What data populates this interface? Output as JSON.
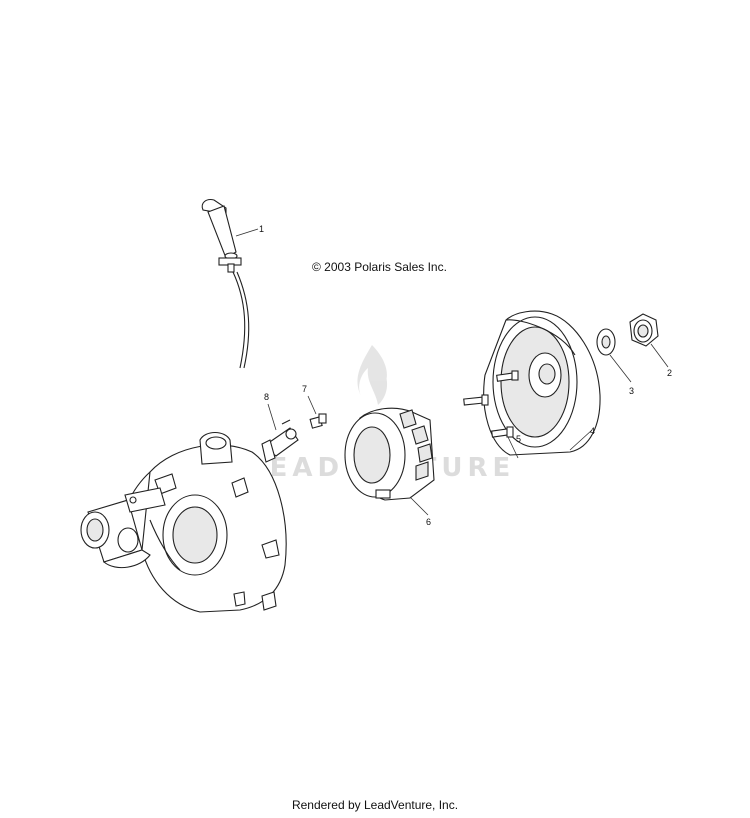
{
  "copyright": "© 2003 Polaris Sales Inc.",
  "watermark": "LEADVENTURE",
  "footer": "Rendered by LeadVenture, Inc.",
  "callouts": {
    "c1": "1",
    "c2": "2",
    "c3": "3",
    "c4": "4",
    "c5": "5",
    "c6": "6",
    "c7": "7",
    "c8": "8"
  }
}
